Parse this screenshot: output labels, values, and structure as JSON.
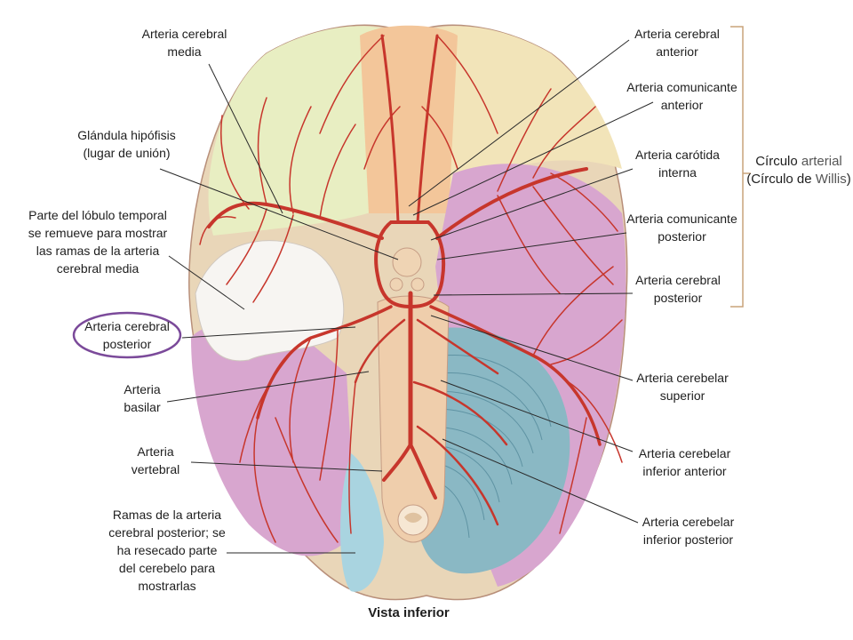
{
  "caption": "Vista inferior",
  "colors": {
    "artery": "#c7362c",
    "frontal_lobe": "#f3c7a3",
    "temporal_lobe": "#e7efc7",
    "occipital_lobe": "#d9a6c7",
    "cerebellum": "#7fb0bf",
    "brainstem": "#f2d2b0",
    "highlight_oval": "#7b4a9a",
    "bracket": "#c9a37a"
  },
  "labels_left": {
    "acm": [
      "Arteria cerebral",
      "media"
    ],
    "hipofisis": [
      "Glándula hipófisis",
      "(lugar de unión)"
    ],
    "lobulo": [
      "Parte del lóbulo temporal",
      "se remueve para mostrar",
      "las ramas de la arteria",
      "cerebral media"
    ],
    "acp_left": [
      "Arteria cerebral",
      "posterior"
    ],
    "basilar": [
      "Arteria",
      "basilar"
    ],
    "vertebral": [
      "Arteria",
      "vertebral"
    ],
    "ramas": [
      "Ramas de la arteria",
      "cerebral posterior; se",
      "ha resecado parte",
      "del cerebelo para",
      "mostrarlas"
    ]
  },
  "labels_right": {
    "aca": [
      "Arteria cerebral",
      "anterior"
    ],
    "acoma": [
      "Arteria comunicante",
      "anterior"
    ],
    "carotida": [
      "Arteria carótida",
      "interna"
    ],
    "acomp": [
      "Arteria comunicante",
      "posterior"
    ],
    "acp_right": [
      "Arteria cerebral",
      "posterior"
    ],
    "ceresup": [
      "Arteria cerebelar",
      "superior"
    ],
    "cereia": [
      "Arteria cerebelar",
      "inferior anterior"
    ],
    "cereip": [
      "Arteria cerebelar",
      "inferior posterior"
    ]
  },
  "group": {
    "line1_a": "Círculo ",
    "line1_b": "arterial",
    "line2_a": "(Círculo de ",
    "line2_b": "Willis",
    "line2_c": ")"
  }
}
